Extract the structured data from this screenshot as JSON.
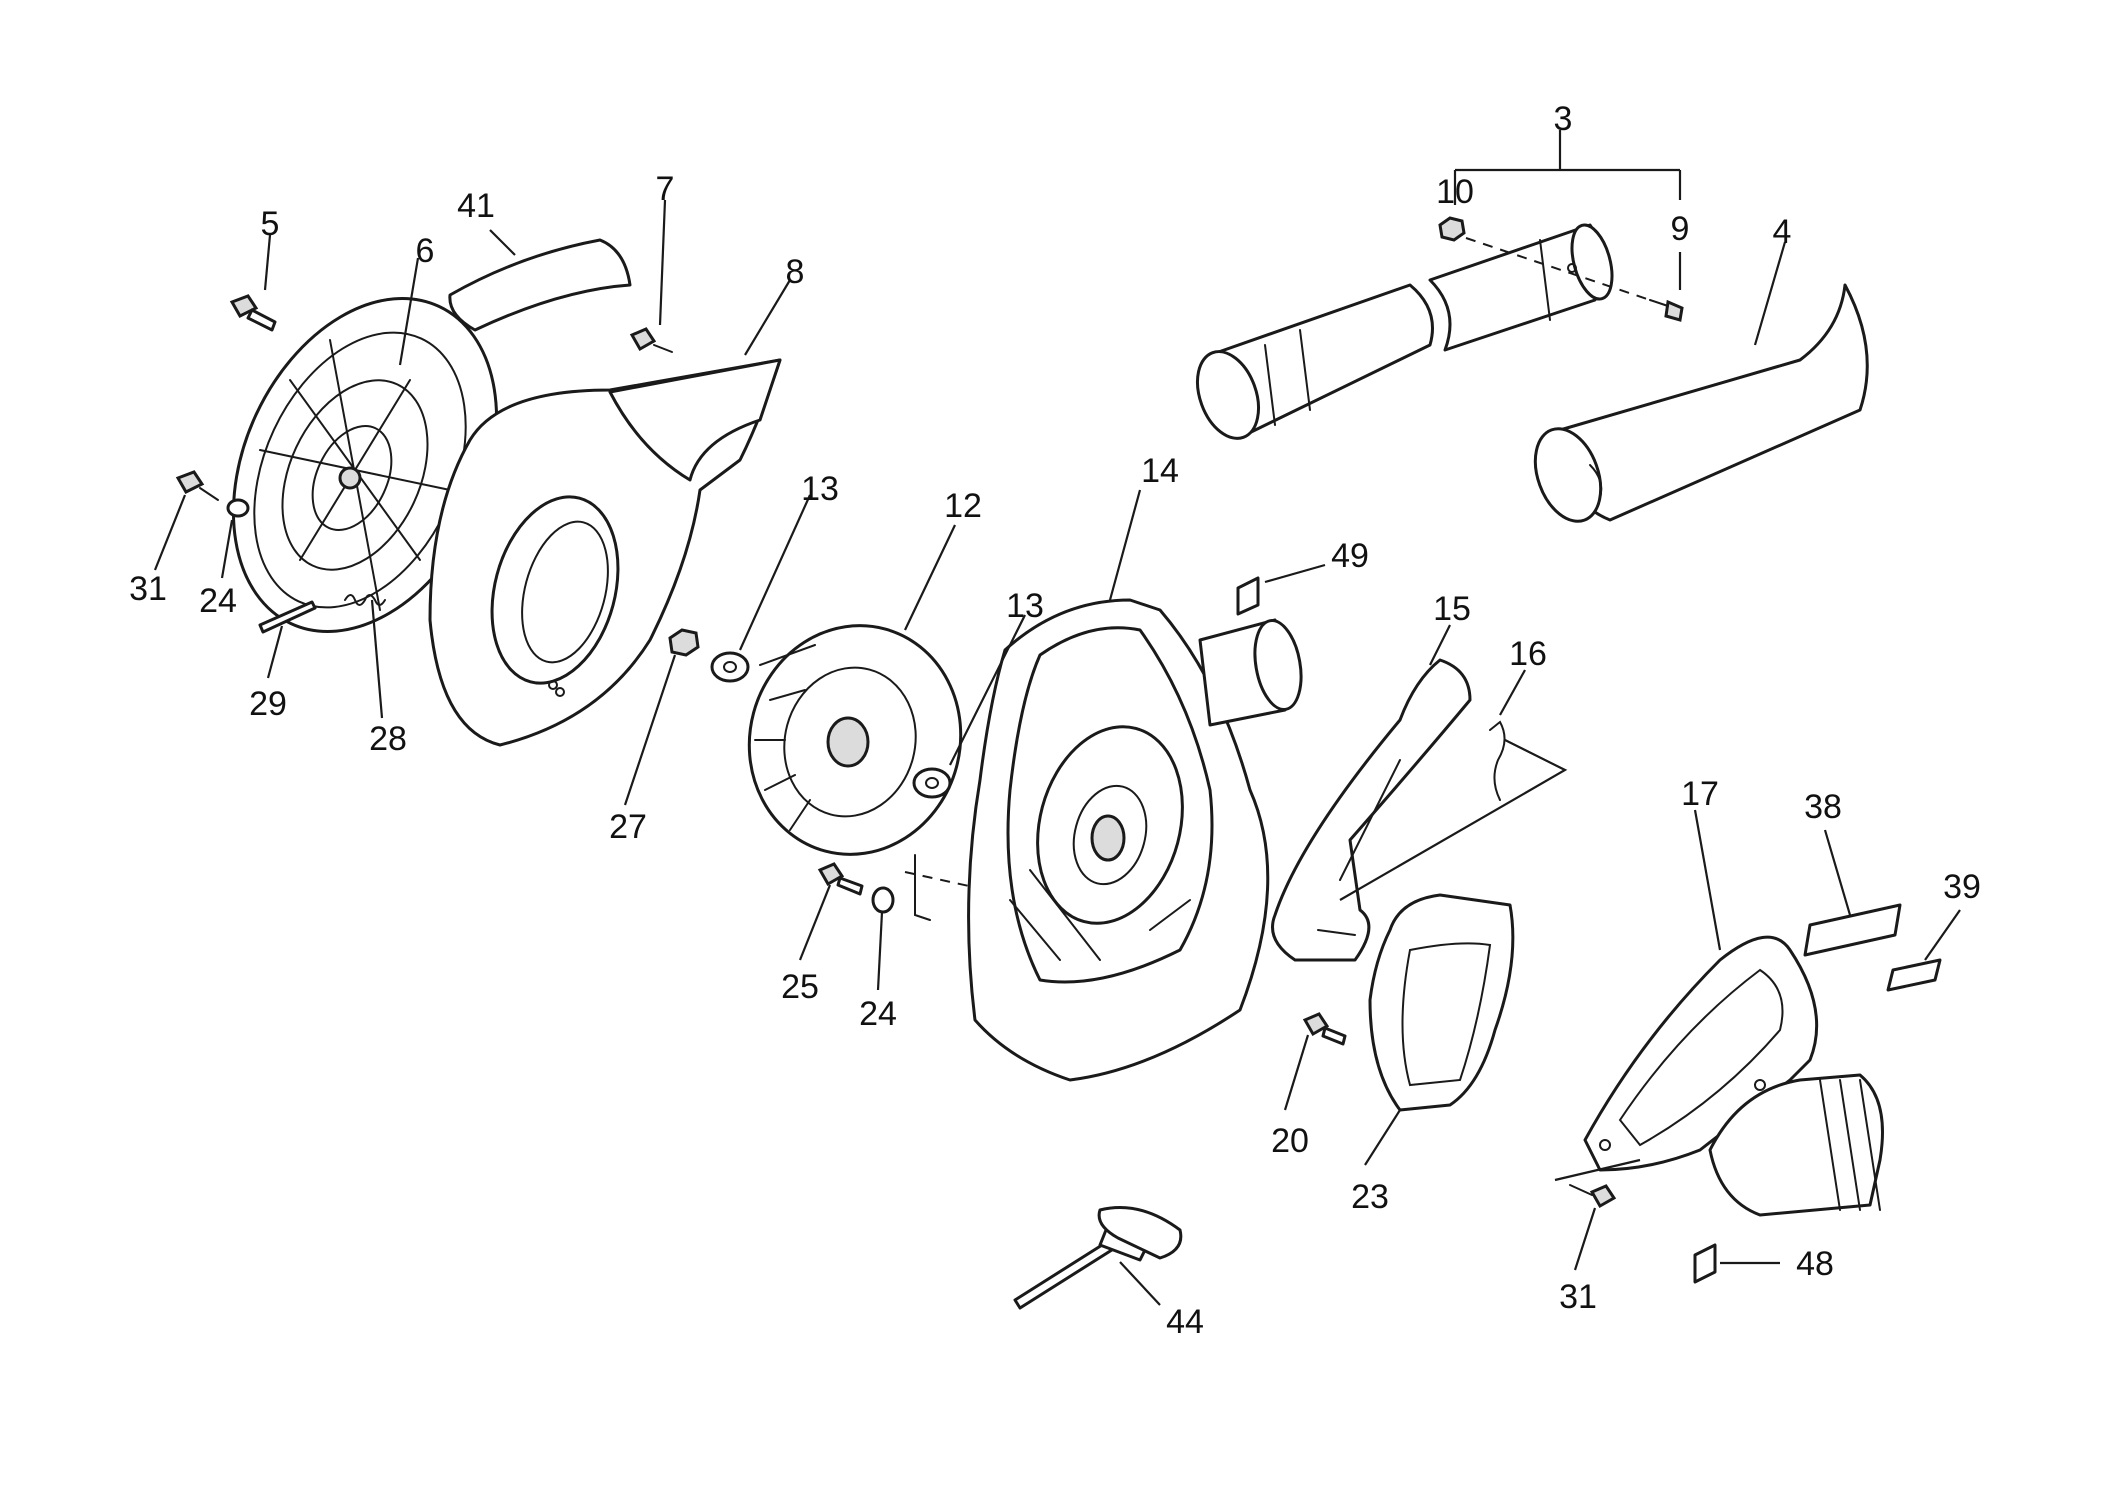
{
  "diagram": {
    "callouts": [
      {
        "id": "c3",
        "label": "3"
      },
      {
        "id": "c10",
        "label": "10"
      },
      {
        "id": "c9",
        "label": "9"
      },
      {
        "id": "c4",
        "label": "4"
      },
      {
        "id": "c5",
        "label": "5"
      },
      {
        "id": "c6",
        "label": "6"
      },
      {
        "id": "c41",
        "label": "41"
      },
      {
        "id": "c7",
        "label": "7"
      },
      {
        "id": "c8",
        "label": "8"
      },
      {
        "id": "c31a",
        "label": "31"
      },
      {
        "id": "c24a",
        "label": "24"
      },
      {
        "id": "c29",
        "label": "29"
      },
      {
        "id": "c28",
        "label": "28"
      },
      {
        "id": "c13a",
        "label": "13"
      },
      {
        "id": "c12",
        "label": "12"
      },
      {
        "id": "c14",
        "label": "14"
      },
      {
        "id": "c13b",
        "label": "13"
      },
      {
        "id": "c49",
        "label": "49"
      },
      {
        "id": "c15",
        "label": "15"
      },
      {
        "id": "c16",
        "label": "16"
      },
      {
        "id": "c27",
        "label": "27"
      },
      {
        "id": "c17",
        "label": "17"
      },
      {
        "id": "c38",
        "label": "38"
      },
      {
        "id": "c39",
        "label": "39"
      },
      {
        "id": "c25",
        "label": "25"
      },
      {
        "id": "c24b",
        "label": "24"
      },
      {
        "id": "c20",
        "label": "20"
      },
      {
        "id": "c23",
        "label": "23"
      },
      {
        "id": "c31b",
        "label": "31"
      },
      {
        "id": "c48",
        "label": "48"
      },
      {
        "id": "c44",
        "label": "44"
      }
    ]
  }
}
